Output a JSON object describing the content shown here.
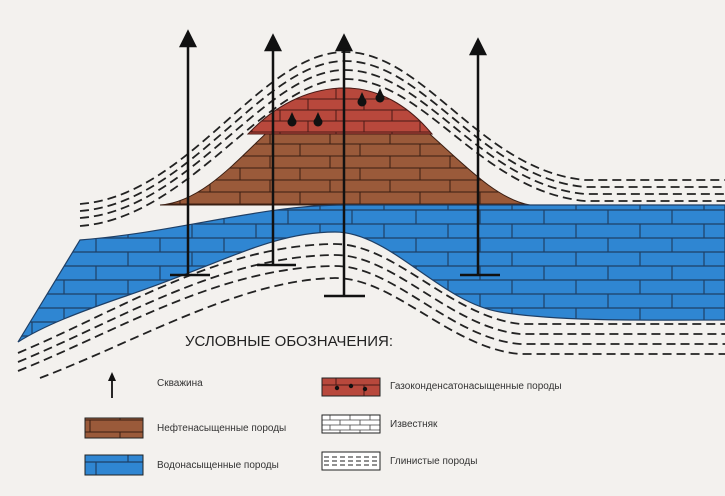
{
  "legend": {
    "title": "УСЛОВНЫЕ ОБОЗНАЧЕНИЯ:",
    "items": {
      "well": "Скважина",
      "gas_condensate": "Газоконденсатонасыщенные породы",
      "oil": "Нефтенасыщенные породы",
      "limestone": "Известняк",
      "water": "Водонасыщенные породы",
      "clay": "Глинистые породы"
    }
  },
  "colors": {
    "background": "#f3f1ee",
    "gas": "#b8483c",
    "oil": "#9a5a3a",
    "water": "#2f86d2",
    "clay_lines": "#222222",
    "brick_lines": "#1e3f66",
    "oil_brick_lines": "#3a1e12",
    "wells": "#111111"
  },
  "icons": {
    "well": "arrow-up-icon",
    "oil_drop": "oil-drop-icon"
  }
}
